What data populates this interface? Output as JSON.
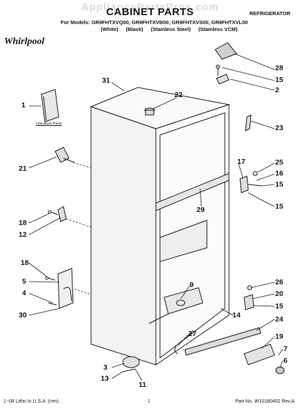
{
  "header": {
    "watermark": "AppliancePartsPros.com",
    "title": "CABINET PARTS",
    "category": "REFRIGERATOR",
    "models": "For Models: GR9FHTXVQ00, GR9FHTXVB00, GR9FHTXVS00, GR9FHTXVL00",
    "colors": [
      "(White)",
      "(Black)",
      "(Stainless Steel)",
      "(Stainless VCM)"
    ],
    "brand": "Whirlpool"
  },
  "diagram": {
    "literature_label": "Literature Parts",
    "callouts": [
      {
        "id": "c28",
        "text": "28"
      },
      {
        "id": "c15a",
        "text": "15"
      },
      {
        "id": "c2",
        "text": "2"
      },
      {
        "id": "c31",
        "text": "31"
      },
      {
        "id": "c22",
        "text": "22"
      },
      {
        "id": "c1",
        "text": "1"
      },
      {
        "id": "c23",
        "text": "23"
      },
      {
        "id": "c21",
        "text": "21"
      },
      {
        "id": "c17",
        "text": "17"
      },
      {
        "id": "c25",
        "text": "25"
      },
      {
        "id": "c16",
        "text": "16"
      },
      {
        "id": "c15b",
        "text": "15"
      },
      {
        "id": "c29",
        "text": "29"
      },
      {
        "id": "c15c",
        "text": "15"
      },
      {
        "id": "c18a",
        "text": "18"
      },
      {
        "id": "c12",
        "text": "12"
      },
      {
        "id": "c18b",
        "text": "18"
      },
      {
        "id": "c5",
        "text": "5"
      },
      {
        "id": "c4",
        "text": "4"
      },
      {
        "id": "c30",
        "text": "30"
      },
      {
        "id": "c9",
        "text": "9"
      },
      {
        "id": "c26",
        "text": "26"
      },
      {
        "id": "c20",
        "text": "20"
      },
      {
        "id": "c15d",
        "text": "15"
      },
      {
        "id": "c14",
        "text": "14"
      },
      {
        "id": "c24",
        "text": "24"
      },
      {
        "id": "c27",
        "text": "27"
      },
      {
        "id": "c19",
        "text": "19"
      },
      {
        "id": "c3",
        "text": "3"
      },
      {
        "id": "c13",
        "text": "13"
      },
      {
        "id": "c11",
        "text": "11"
      },
      {
        "id": "c7",
        "text": "7"
      },
      {
        "id": "c6",
        "text": "6"
      }
    ]
  },
  "footer": {
    "left": "1−08 Litho In U.S.A. (rrm)",
    "center": "1",
    "right": "Part No. W10180452 Rev.A"
  }
}
